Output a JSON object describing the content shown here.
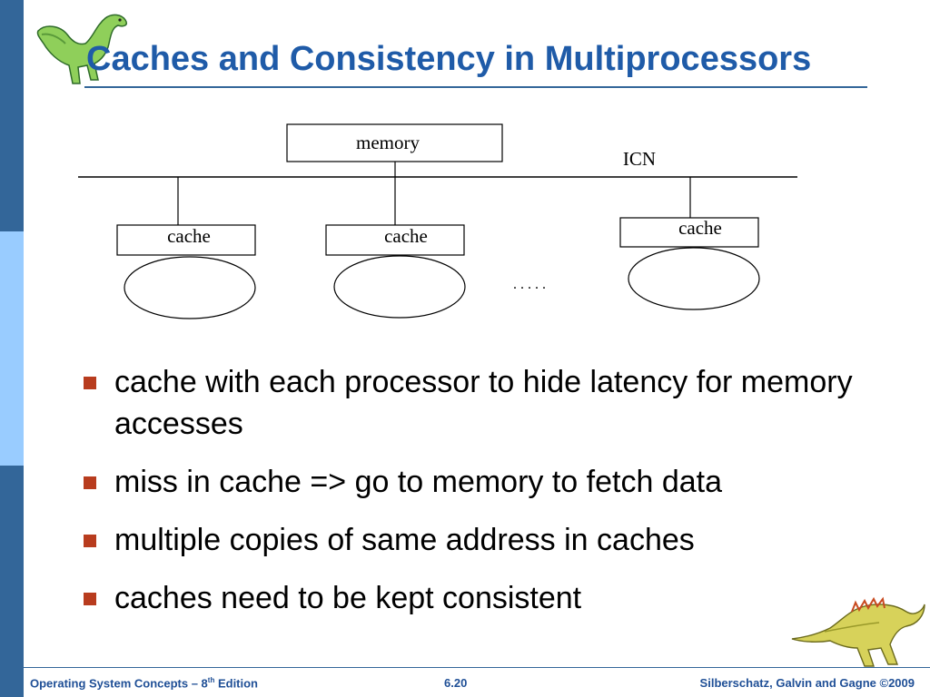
{
  "slide": {
    "title": "Caches and Consistency in Multiprocessors"
  },
  "diagram": {
    "memory_label": "memory",
    "icn_label": "ICN",
    "cache_labels": [
      "cache",
      "cache",
      "cache"
    ],
    "ellipsis": ". . . . ."
  },
  "bullets": [
    "cache with each processor to hide latency for memory accesses",
    "miss in cache => go to memory to fetch data",
    "multiple copies of same address in caches",
    "caches need to be kept consistent"
  ],
  "footer": {
    "book_prefix": "Operating System Concepts – 8",
    "book_sup": "th",
    "book_suffix": " Edition",
    "page_number": "6.20",
    "copyright": "Silberschatz, Galvin and Gagne ©2009"
  },
  "colors": {
    "title": "#1f5ba8",
    "band_dark": "#336699",
    "band_light": "#99ccff",
    "bullet": "#b83c1e"
  },
  "icons": [
    "dinosaur-logo-icon",
    "dinosaur-footer-icon"
  ]
}
